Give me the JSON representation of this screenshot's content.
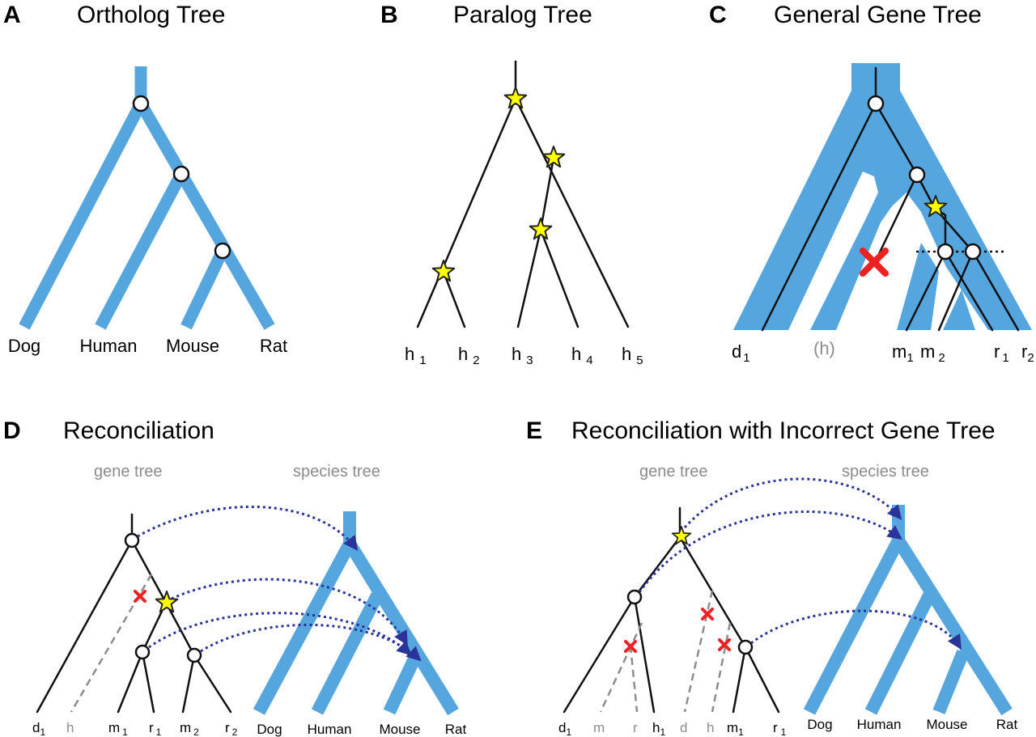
{
  "panels": {
    "A": {
      "label": "A",
      "title": "Ortholog Tree",
      "leaves": [
        "Dog",
        "Human",
        "Mouse",
        "Rat"
      ]
    },
    "B": {
      "label": "B",
      "title": "Paralog Tree",
      "leaves": [
        [
          "h",
          "1"
        ],
        [
          "h",
          "2"
        ],
        [
          "h",
          "3"
        ],
        [
          "h",
          "4"
        ],
        [
          "h",
          "5"
        ]
      ]
    },
    "C": {
      "label": "C",
      "title": "General Gene Tree",
      "leaves": {
        "d1": [
          "d",
          "1"
        ],
        "h": "(h)",
        "m1": [
          "m",
          "1"
        ],
        "m2": [
          "m",
          "2"
        ],
        "r1": [
          "r",
          "1"
        ],
        "r2": [
          "r",
          "2"
        ]
      }
    },
    "D": {
      "label": "D",
      "title": "Reconciliation",
      "gene_tree_label": "gene tree",
      "species_tree_label": "species tree",
      "gene_leaves": [
        [
          "d",
          "1"
        ],
        [
          "h",
          ""
        ],
        [
          "m",
          "1"
        ],
        [
          "r",
          "1"
        ],
        [
          "m",
          "2"
        ],
        [
          "r",
          "2"
        ]
      ],
      "species_leaves": [
        "Dog",
        "Human",
        "Mouse",
        "Rat"
      ]
    },
    "E": {
      "label": "E",
      "title": "Reconciliation with Incorrect Gene Tree",
      "gene_tree_label": "gene tree",
      "species_tree_label": "species tree",
      "gene_leaves": [
        [
          "d",
          "1"
        ],
        [
          "m",
          ""
        ],
        [
          "r",
          ""
        ],
        [
          "h",
          "1"
        ],
        [
          "d",
          ""
        ],
        [
          "h",
          ""
        ],
        [
          "m",
          "1"
        ],
        [
          "r",
          "1"
        ]
      ],
      "species_leaves": [
        "Dog",
        "Human",
        "Mouse",
        "Rat"
      ]
    }
  },
  "colors": {
    "species_tree": "#55a5de",
    "duplication_star": "#ffff00",
    "loss_mark": "#ee2222",
    "mapping_arrow": "#2a3399"
  }
}
